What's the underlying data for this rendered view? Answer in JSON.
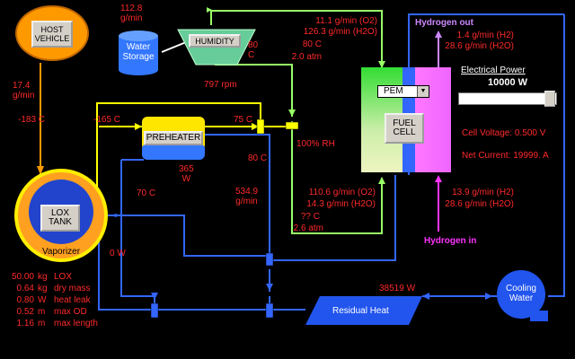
{
  "components": {
    "host_vehicle": "HOST\nVEHICLE",
    "water_storage": "Water\nStorage",
    "humidity": "HUMIDITY",
    "preheater": "PREHEATER",
    "lox_tank": "LOX\nTANK",
    "vaporizer": "Vaporizer",
    "fuel_cell": "FUEL\nCELL",
    "residual_heat": "Residual Heat",
    "cooling_water": "Cooling\nWater"
  },
  "controls": {
    "pem_option": "PEM",
    "electrical_power_label": "Electrical Power",
    "electrical_power_value": "10000 W",
    "power_slider_fraction": 1.0
  },
  "labels": {
    "hydrogen_out": "Hydrogen out",
    "hydrogen_in": "Hydrogen in",
    "cell_voltage": "Cell Voltage:  0.500 V",
    "net_current": "Net Current:  19999. A",
    "rh": "100% RH"
  },
  "readings": {
    "water_flow": "112.8\ng/min",
    "lox_feed_flow": "17.4\ng/min",
    "lox_temp": "-183  C",
    "preheater_in_temp": "-165  C",
    "preheater_out_temp": "75  C",
    "humidity_temp": "80\nC",
    "humidity_rpm": "797  rpm",
    "humid_out_o2": "11.1  g/min (O2)",
    "humid_out_h2o": "126.3  g/min (H2O)",
    "humid_out_temp": "80  C",
    "humid_out_pres": "2.0  atm",
    "preheater_power": "365\nW",
    "preheater_side_temp": "80  C",
    "vaporizer_temp": "70  C",
    "coolant_flow": "534.9\ng/min",
    "fc_in_o2": "110.6  g/min (O2)",
    "fc_in_h2o": "14.3  g/min (H2O)",
    "fc_in_temp": "?? C",
    "fc_in_pres": "2.6  atm",
    "h2_out_h2": "1.4  g/min (H2)",
    "h2_out_h2o": "28.6  g/min (H2O)",
    "h2_in_h2": "13.9  g/min (H2)",
    "h2_in_h2o": "28.6  g/min (H2O)",
    "vaporizer_power": "0  W",
    "residual_heat_power": "38519  W"
  },
  "lox_stats": [
    {
      "value": "50.00",
      "unit": "kg",
      "label": "LOX"
    },
    {
      "value": "0.64",
      "unit": "kg",
      "label": "dry mass"
    },
    {
      "value": "0.80",
      "unit": "W",
      "label": "heat leak"
    },
    {
      "value": "0.52",
      "unit": "m",
      "label": "max OD"
    },
    {
      "value": "1.16",
      "unit": "m",
      "label": "max length"
    }
  ],
  "colors": {
    "background": "#000000",
    "oxygen_line": "#ffff00",
    "humid_line": "#99ff66",
    "green_line": "#33cc33",
    "coolant_line": "#3366ff",
    "readout_text": "#ff2a2a",
    "hydrogen_out": "#cc88ff",
    "hydrogen_in": "#ff33ff"
  }
}
